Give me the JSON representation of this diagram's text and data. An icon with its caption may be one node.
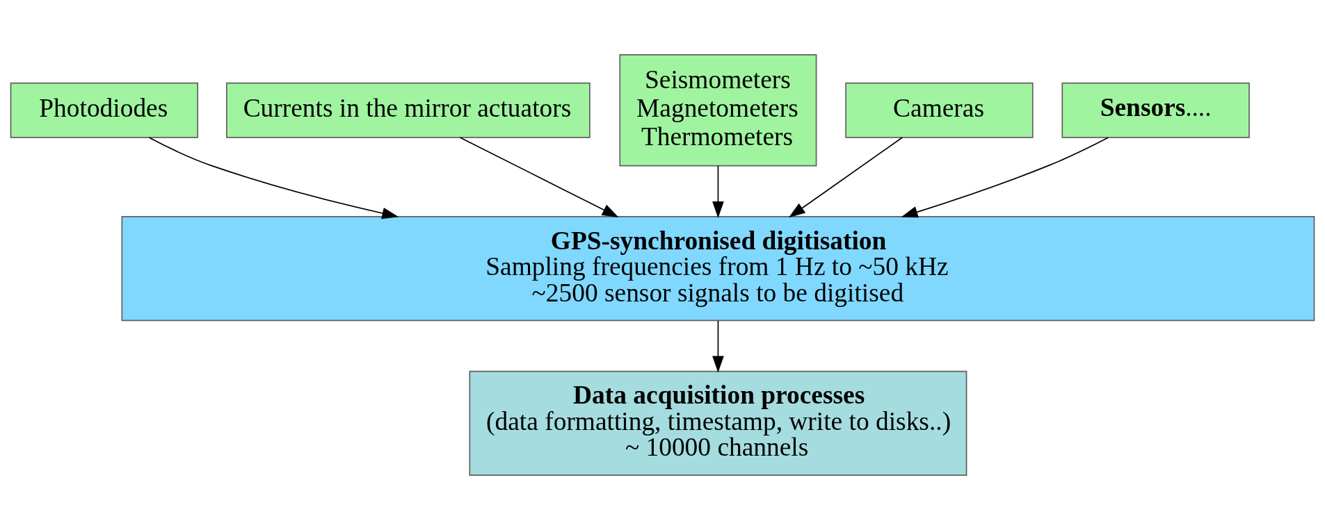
{
  "diagram": {
    "nodes": [
      {
        "text": [
          "Photodiodes"
        ]
      },
      {
        "text": [
          "Currents in the mirror actuators"
        ]
      },
      {
        "text": [
          "Seismometers",
          "Magnetometers",
          "Thermometers"
        ]
      },
      {
        "text": [
          "Cameras"
        ]
      },
      {
        "text": [
          "**Sensors**...."
        ]
      },
      {
        "text": [
          "GPS-synchronised digitisation",
          "Sampling frequencies from 1 Hz to ~50 kHz",
          "~2500 sensor signals to be digitised"
        ]
      },
      {
        "text": [
          "Data acquisition processes",
          "(data formatting, timestamp, write to disks..)",
          "~ 10000 channels"
        ]
      }
    ],
    "edges": [
      {
        "from": 0,
        "to": 5,
        "arrow": "to"
      },
      {
        "from": 1,
        "to": 5,
        "arrow": "to"
      },
      {
        "from": 2,
        "to": 5,
        "arrow": "to"
      },
      {
        "from": 3,
        "to": 5,
        "arrow": "to"
      },
      {
        "from": 4,
        "to": 5,
        "arrow": "to"
      },
      {
        "from": 5,
        "to": 6,
        "arrow": "to"
      }
    ]
  }
}
